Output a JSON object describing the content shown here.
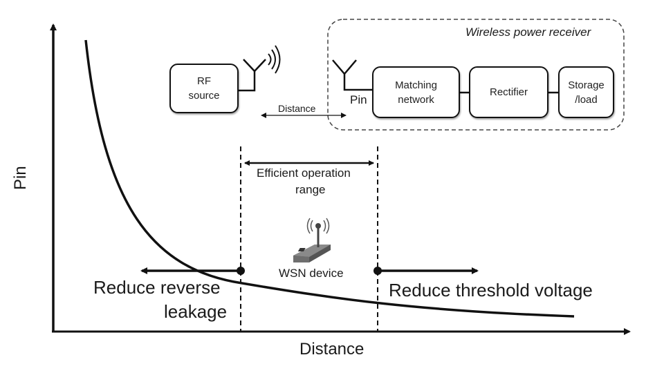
{
  "axes": {
    "y_label": "Pin",
    "x_label": "Distance"
  },
  "curve": {
    "shape": "inverse-decay",
    "description": "Pin decreases with distance"
  },
  "range": {
    "label_line1": "Efficient operation",
    "label_line2": "range"
  },
  "left_region": {
    "label_line1": "Reduce reverse",
    "label_line2": "leakage"
  },
  "right_region": {
    "label": "Reduce threshold voltage"
  },
  "device": {
    "label": "WSN device"
  },
  "block_diagram": {
    "source_line1": "RF",
    "source_line2": "source",
    "distance_label": "Distance",
    "pin_label": "Pin",
    "receiver_title": "Wireless power receiver",
    "blocks": [
      {
        "line1": "Matching",
        "line2": "network"
      },
      {
        "line1": "Rectifier",
        "line2": ""
      },
      {
        "line1": "Storage",
        "line2": "/load"
      }
    ]
  }
}
